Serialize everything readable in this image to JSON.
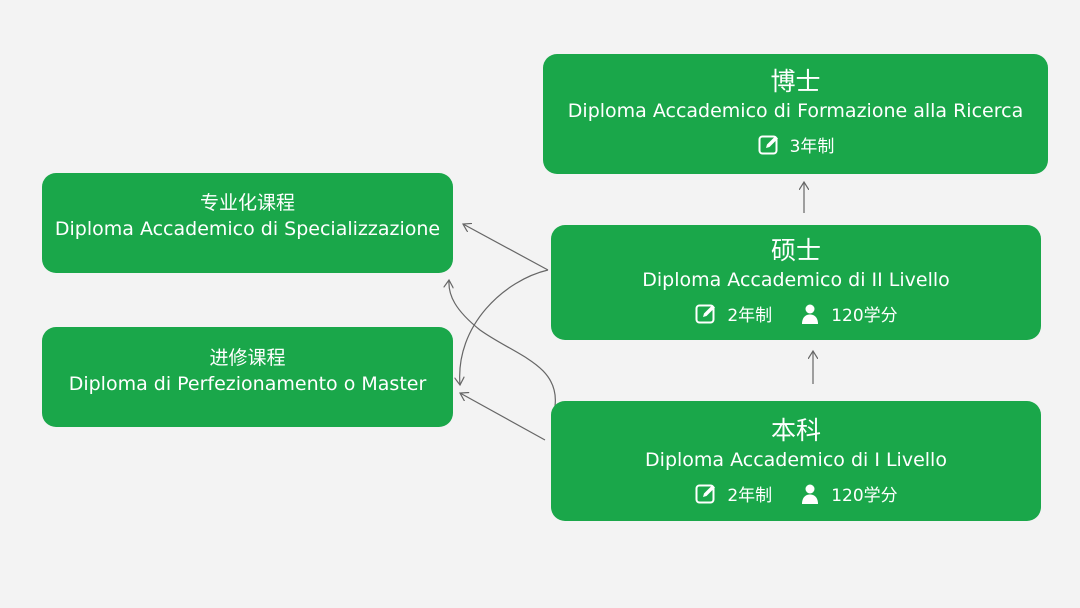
{
  "nodes": {
    "phd": {
      "title_cn": "博士",
      "title_it": "Diploma Accademico di Formazione alla Ricerca",
      "duration": "3年制"
    },
    "specialization": {
      "title_cn": "专业化课程",
      "title_it": "Diploma Accademico di Specializzazione"
    },
    "masters": {
      "title_cn": "硕士",
      "title_it": "Diploma Accademico di II Livello",
      "duration": "2年制",
      "credits": "120学分"
    },
    "perfezionamento": {
      "title_cn": "进修课程",
      "title_it": "Diploma di Perfezionamento o Master"
    },
    "bachelor": {
      "title_cn": "本科",
      "title_it": "Diploma Accademico di I Livello",
      "duration": "2年制",
      "credits": "120学分"
    }
  },
  "icons": {
    "duration": "edit-icon",
    "credits": "person-icon"
  },
  "colors": {
    "box": "#1aa74a",
    "background": "#f3f3f3",
    "arrow": "#666666"
  }
}
